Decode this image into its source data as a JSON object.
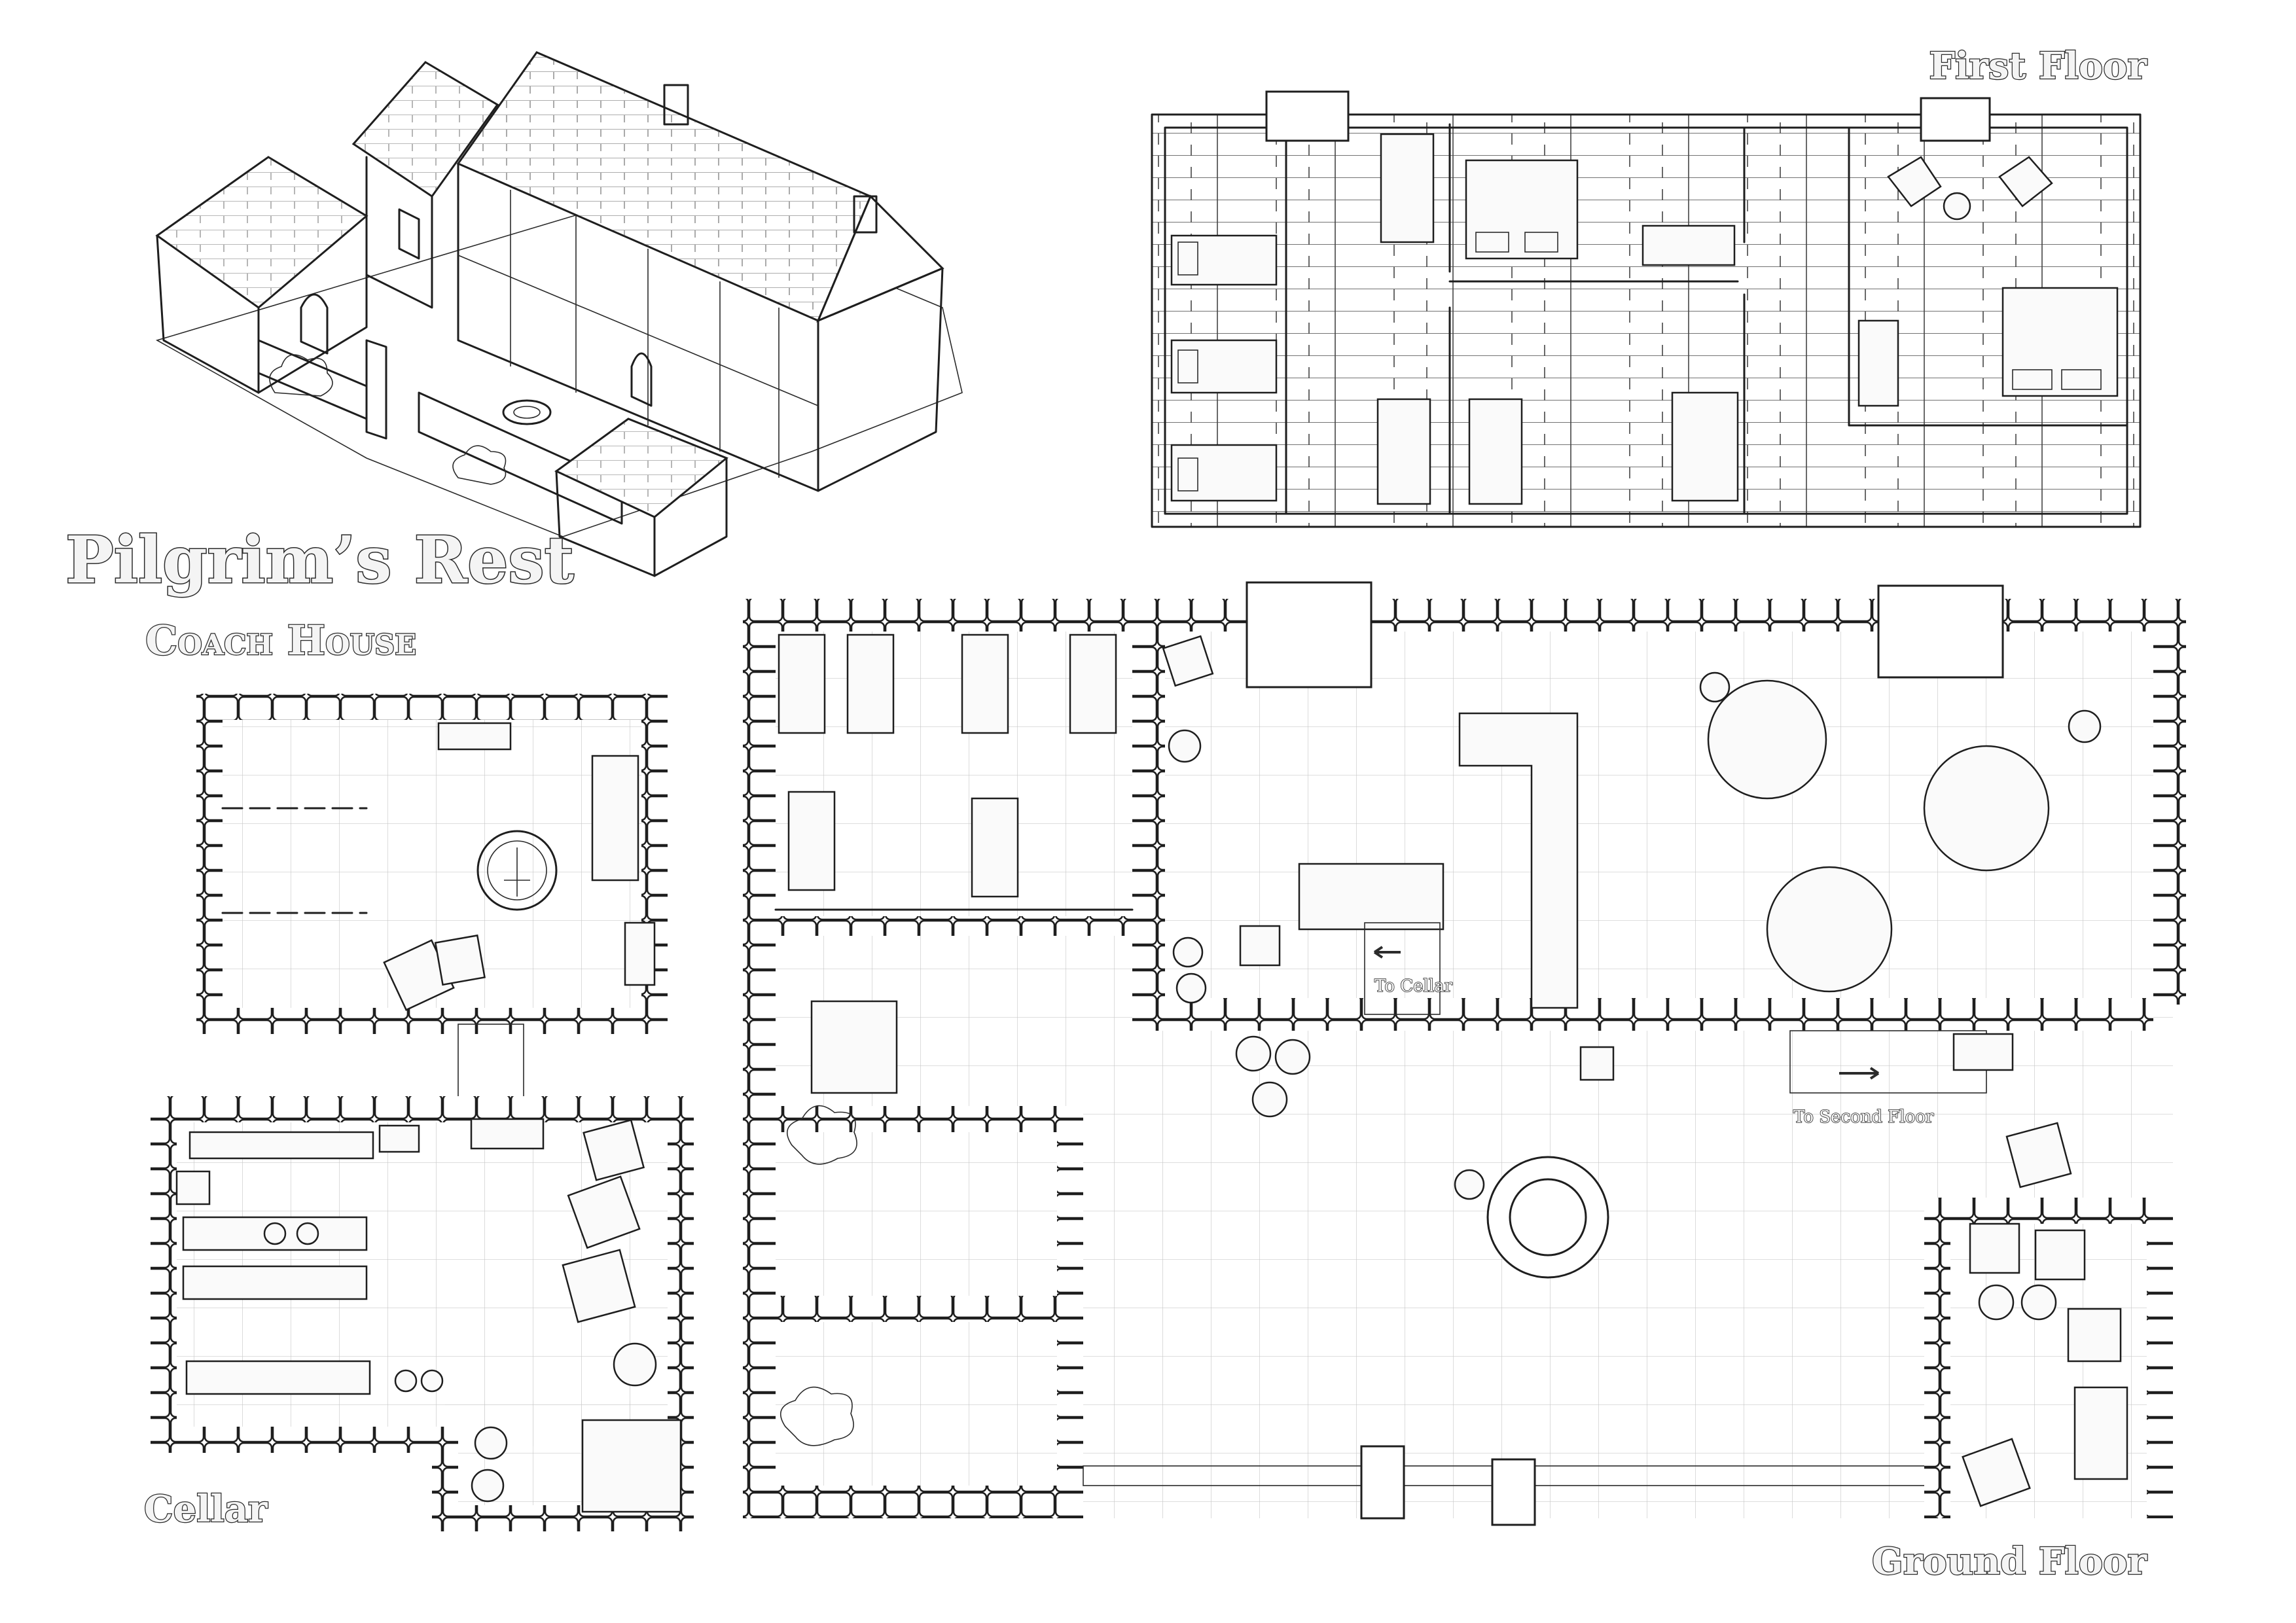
{
  "map": {
    "title": "Pilgrim’s Rest",
    "subtitle": "Coach House",
    "levels": {
      "first_floor": "First Floor",
      "ground_floor": "Ground Floor",
      "cellar": "Cellar"
    },
    "annotations": {
      "to_cellar": "To Cellar",
      "to_second_floor": "To Second Floor"
    },
    "palette": {
      "ink": "#1e1e1e",
      "paper": "#ffffff",
      "grid": "#c9c9c9",
      "label_fill": "#f4f4f4"
    },
    "icons": {
      "to_cellar_arrow": "arrow-left-icon",
      "to_second_floor_arrow": "arrow-right-icon"
    }
  }
}
